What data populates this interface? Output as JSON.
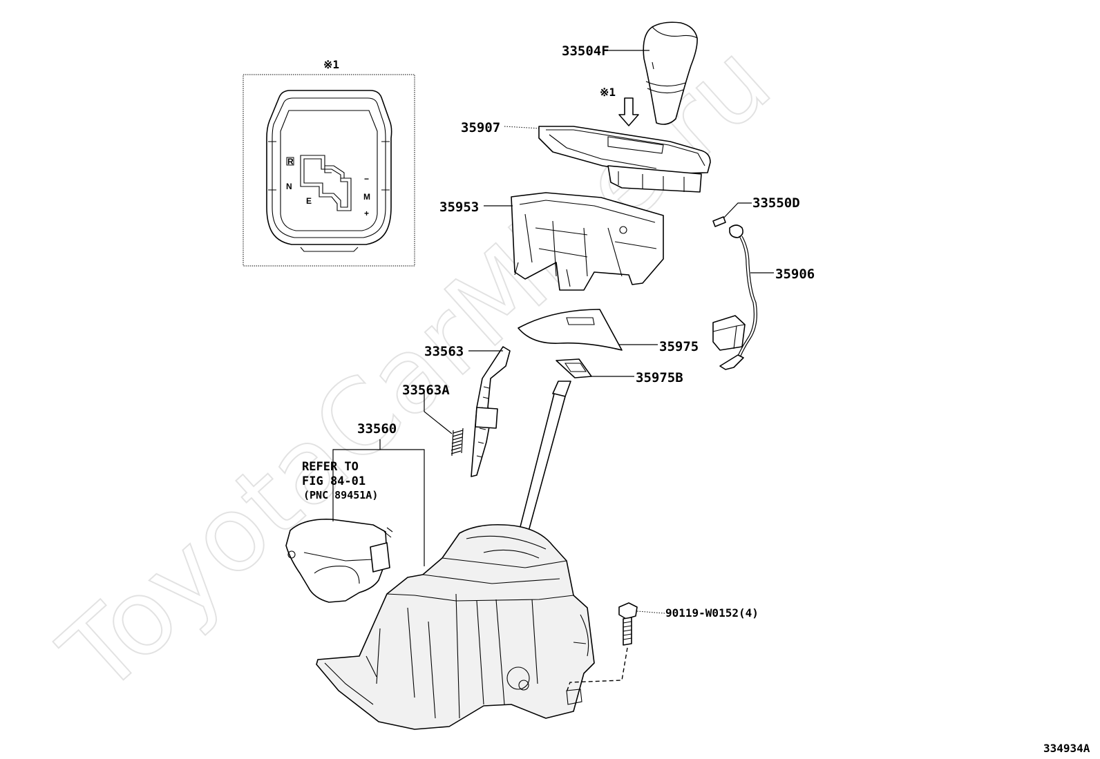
{
  "watermark": "ToyotaCarMine.ru",
  "note_marker": "※1",
  "inset": {
    "marker": "※1",
    "gate_labels": {
      "r": "R",
      "n": "N",
      "e": "E",
      "minus": "−",
      "m": "M",
      "plus": "+"
    }
  },
  "parts": {
    "knob": "33504F",
    "plate": "35907",
    "housing": "35953",
    "pin": "33550D",
    "wire": "35906",
    "cover": "35975",
    "cover_b": "35975B",
    "rod": "33563",
    "spring": "33563A",
    "assembly": "33560",
    "bolt": "90119-W0152(4)"
  },
  "refer": {
    "line1": "REFER TO",
    "line2": "FIG 84-01",
    "line3": "(PNC 89451A)"
  },
  "figure_id": "334934A"
}
